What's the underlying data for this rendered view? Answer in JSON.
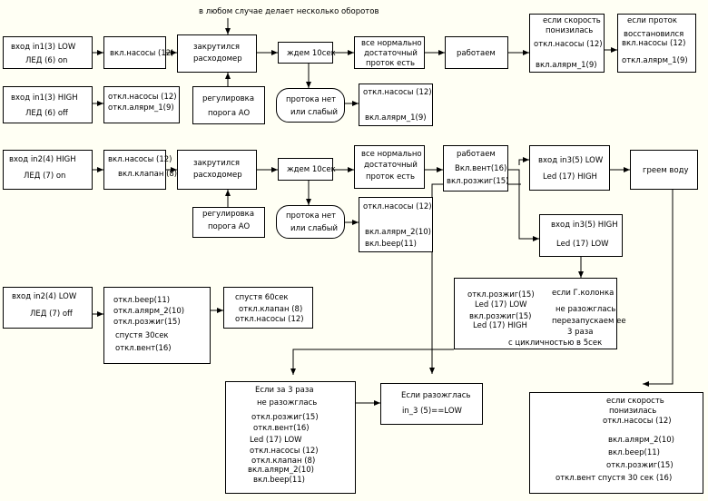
{
  "top_note": "в любом случае делает несколько оборотов",
  "row1": {
    "in_low": [
      "вход in1(3) LOW",
      "ЛЕД (6) on"
    ],
    "pumps_on": "вкл.насосы (12)",
    "flowmeter": [
      "закрутился",
      "расходомер"
    ],
    "wait": "ждем 10сек",
    "flow_ok": [
      "все нормально",
      "достаточный",
      "проток есть"
    ],
    "working": "работаем",
    "if_speed_low": [
      "если скорость",
      "понизилась",
      "откл.насосы (12)",
      "вкл.алярм_1(9)"
    ],
    "if_flow_back": [
      "если проток",
      "восстановился",
      "вкл.насосы (12)",
      "откл.алярм_1(9)"
    ],
    "in_high": [
      "вход in1(3) HIGH",
      "ЛЕД (6) off"
    ],
    "pumps_alarm": [
      "откл.насосы (12)",
      "откл.алярм_1(9)"
    ],
    "adjust": [
      "регулировка",
      "порога АО"
    ],
    "no_flow": [
      "протока нет",
      "или слабый"
    ],
    "no_flow_act": [
      "откл.насосы (12)",
      "вкл.алярм_1(9)"
    ]
  },
  "row2": {
    "in_high": [
      "вход in2(4) HIGH",
      "ЛЕД (7) on"
    ],
    "pumps_valve": [
      "вкл.насосы (12)",
      "вкл.клапан (8)"
    ],
    "flowmeter": [
      "закрутился",
      "расходомер"
    ],
    "wait": "ждем 10сек",
    "flow_ok": [
      "все нормально",
      "достаточный",
      "проток есть"
    ],
    "working": [
      "работаем",
      "Вкл.вент(16)",
      "вкл.розжиг(15)"
    ],
    "in3_low": [
      "вход in3(5)  LOW",
      "Led (17) HIGH"
    ],
    "heat": "греем воду",
    "adjust": [
      "регулировка",
      "порога АО"
    ],
    "no_flow": [
      "протока нет",
      "или слабый"
    ],
    "no_flow_act": [
      "откл.насосы (12)",
      "вкл.алярм_2(10)",
      "вкл.beep(11)"
    ],
    "in3_high": [
      "вход in3(5)  HIGH",
      "Led (17) LOW"
    ]
  },
  "row3": {
    "in_low": [
      "вход in2(4) LOW",
      "ЛЕД (7) off"
    ],
    "off_list": [
      "откл.beep(11)",
      "откл.алярм_2(10)",
      "откл.розжиг(15)",
      "спустя 30сек",
      "откл.вент(16)"
    ],
    "after60": [
      "спустя 60сек",
      "откл.клапан (8)",
      "откл.насосы (12)"
    ],
    "retry_left": [
      "откл.розжиг(15)",
      "Led (17) LOW",
      "вкл.розжиг(15)",
      "Led (17) HIGH"
    ],
    "retry_right": [
      "если Г.колонка",
      "не разожглась",
      "перезапускаем ее",
      "3 раза",
      "с цикличностью в 5сек"
    ],
    "fail3": [
      "Если за 3 раза",
      "не разожглась",
      "откл.розжиг(15)",
      "откл.вент(16)",
      "Led (17) LOW",
      "откл.насосы (12)",
      "откл.клапан (8)",
      "вкл.алярм_2(10)",
      "вкл.beep(11)"
    ],
    "lit": [
      "Если разожглась",
      "in_3 (5)==LOW"
    ],
    "speed_low": [
      "если скорость",
      "понизилась",
      "откл.насосы (12)",
      "вкл.алярм_2(10)",
      "вкл.beep(11)",
      "откл.розжиг(15)",
      "откл.вент спустя 30 сек (16)"
    ]
  }
}
